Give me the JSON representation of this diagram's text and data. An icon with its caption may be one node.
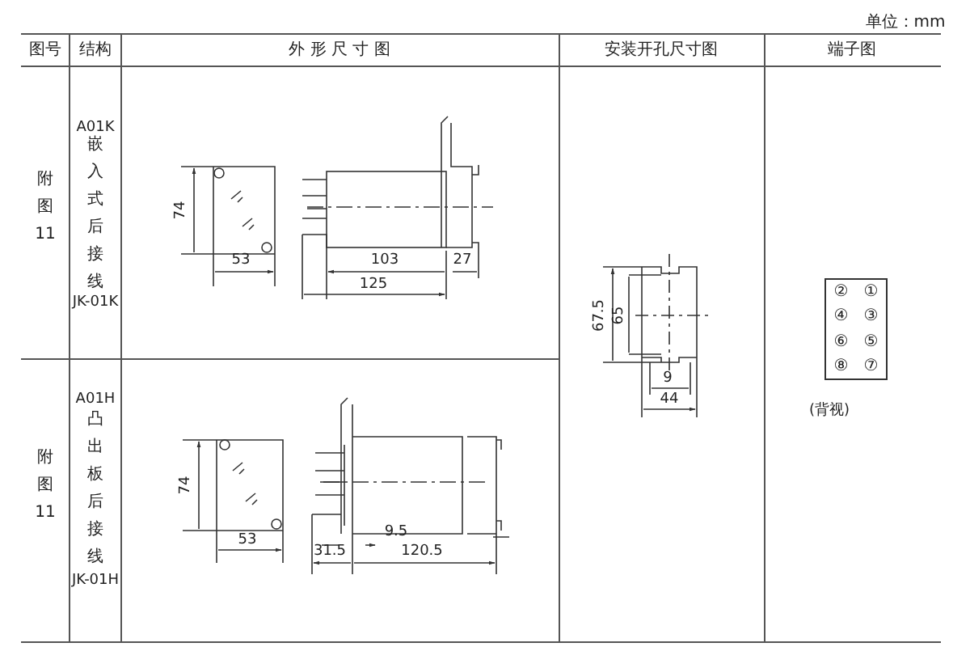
{
  "diagram": {
    "nodes": [
      {
        "text": [
          "②",
          "①",
          "④",
          "③",
          "⑥",
          "⑤",
          "⑧",
          "⑦"
        ]
      }
    ],
    "edges": [],
    "labels": [
      "单位：mm",
      "图号",
      "结构",
      "外 形 尺 寸 图",
      "安装开孔尺寸图",
      "端子图",
      "附图11",
      "A01K",
      "嵌入式后接线",
      "JK-01K",
      "74",
      "53",
      "103",
      "27",
      "125",
      "67.5",
      "65",
      "9",
      "44",
      "(背视)",
      "附图11",
      "A01H",
      "凸出板后接线",
      "JK-01H",
      "74",
      "53",
      "9.5",
      "31.5",
      "120.5"
    ]
  }
}
